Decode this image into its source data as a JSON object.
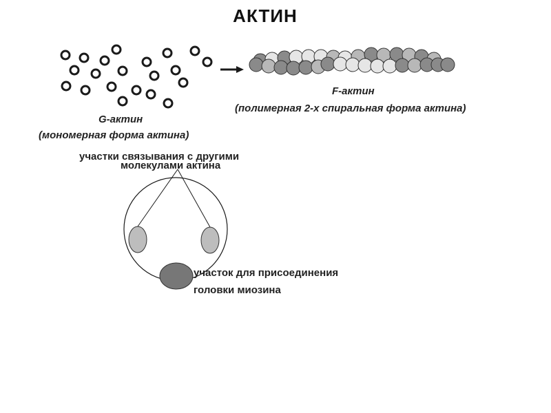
{
  "title": "АКТИН",
  "g_actin": {
    "name": "G-актин",
    "description": "(мономерная форма актина)"
  },
  "f_actin": {
    "name": "F-актин",
    "description": "(полимерная 2-х спиральная форма актина)"
  },
  "monomer_diagram": {
    "binding_sites_label_line1": "участки связывания с другими",
    "binding_sites_label_line2": "молекулами актина",
    "myosin_site_label_line1": "участок для присоединения",
    "myosin_site_label_line2": "головки миозина"
  },
  "colors": {
    "dark_bead": "#8a8a8a",
    "mid_bead": "#b8b8b8",
    "light_bead": "#e6e6e6",
    "binding_site": "#bdbdbd",
    "myosin_site": "#777777"
  }
}
